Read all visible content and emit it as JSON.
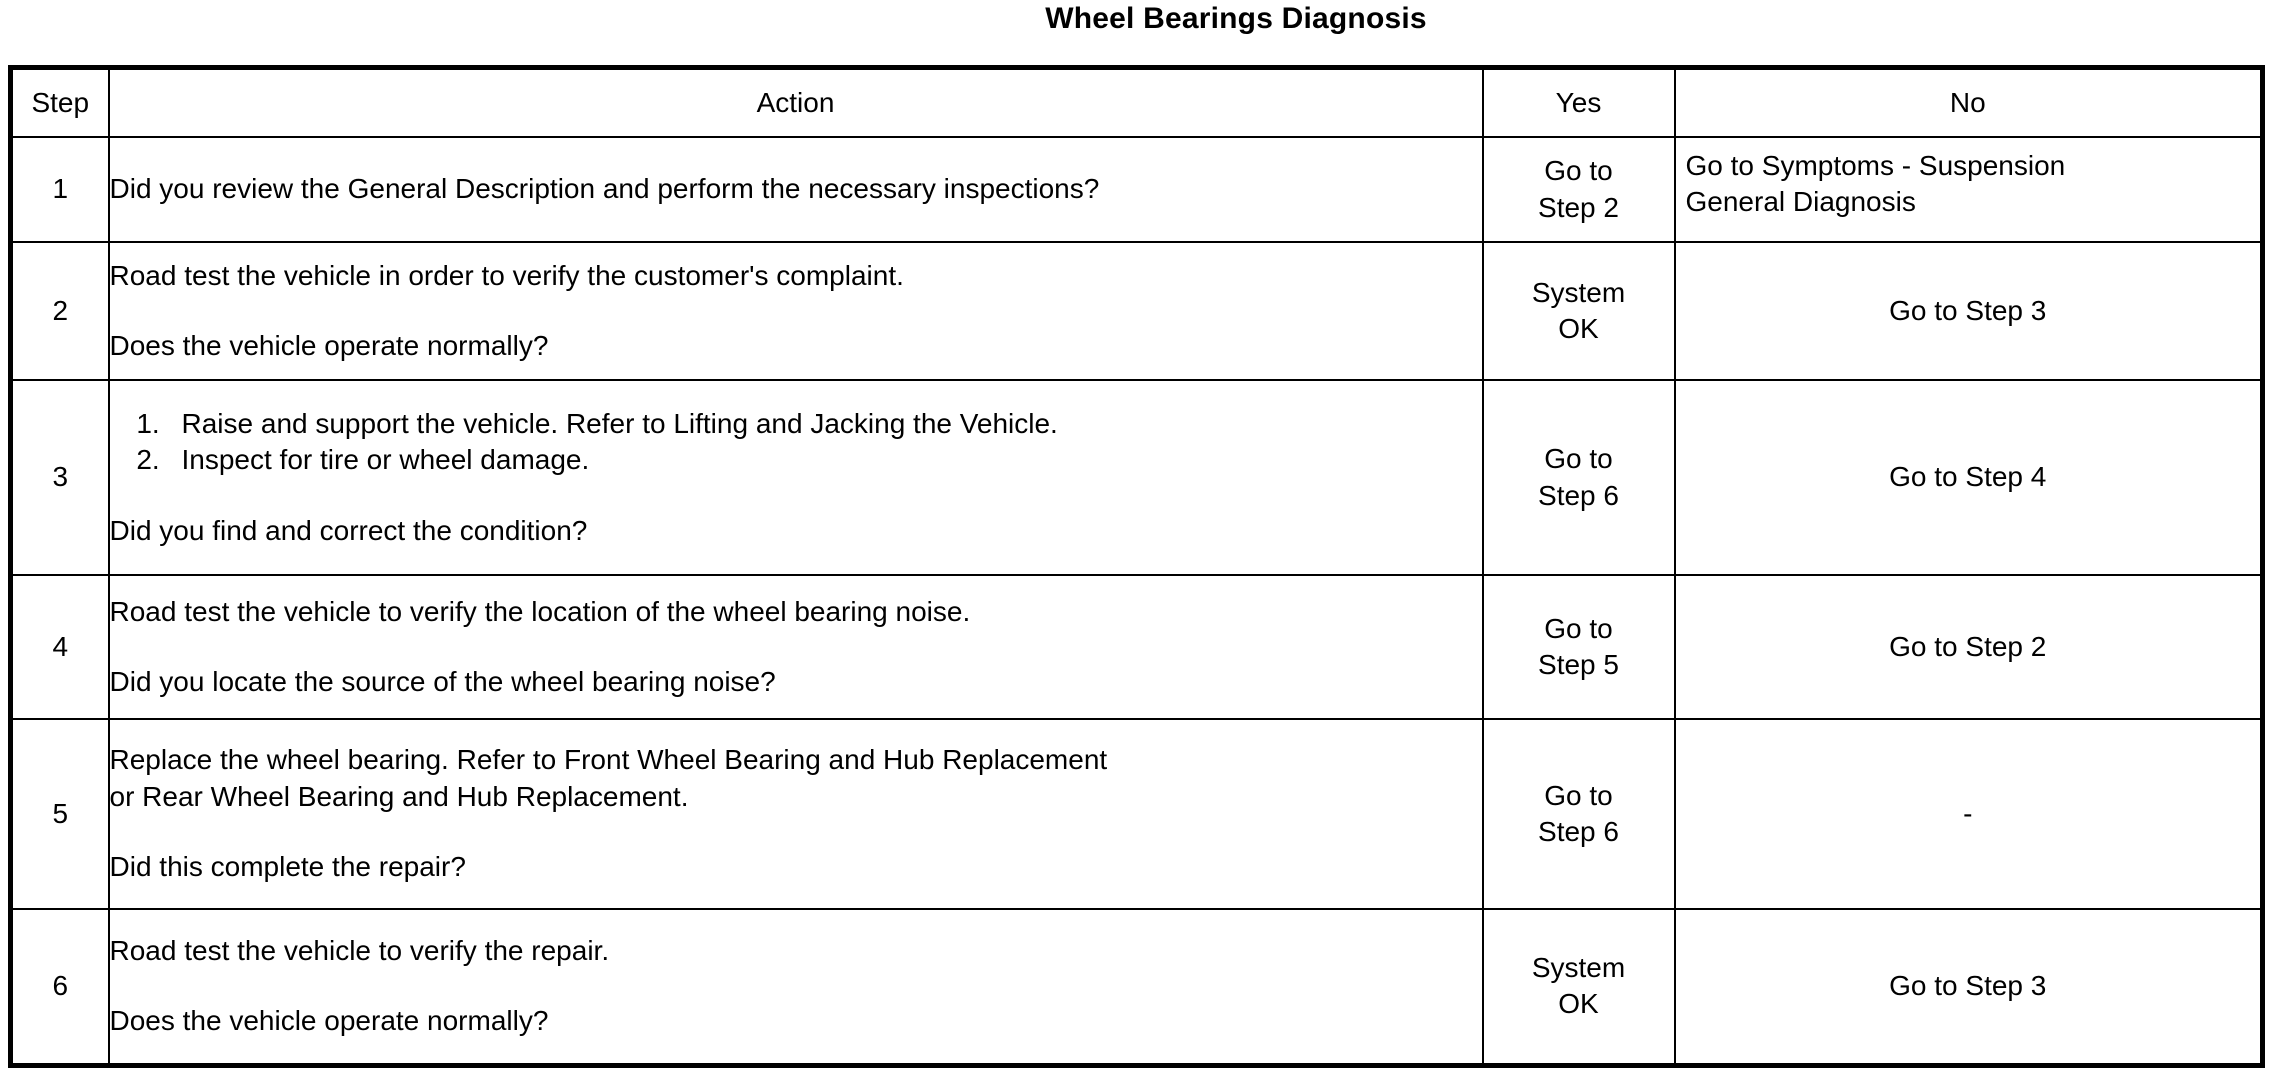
{
  "document": {
    "title": "Wheel Bearings Diagnosis"
  },
  "table": {
    "headers": {
      "step": "Step",
      "action": "Action",
      "yes": "Yes",
      "no": "No"
    },
    "rows": [
      {
        "step": "1",
        "action_lines": [
          "Did you review the General Description and perform the necessary inspections?"
        ],
        "substeps": [],
        "yes_lines": [
          "Go to",
          "Step 2"
        ],
        "no_lines": [
          "Go to Symptoms - Suspension",
          "General Diagnosis"
        ],
        "no_align": "left"
      },
      {
        "step": "2",
        "action_lines": [
          "Road test the vehicle in order to verify the customer's complaint.",
          "",
          "Does the vehicle operate normally?"
        ],
        "substeps": [],
        "yes_lines": [
          "System",
          "OK"
        ],
        "no_lines": [
          "Go to Step 3"
        ],
        "no_align": "center"
      },
      {
        "step": "3",
        "action_lines": [
          "",
          "Did you find and correct the condition?"
        ],
        "substeps": [
          "Raise and support the vehicle. Refer to Lifting and Jacking the Vehicle.",
          "Inspect for tire or wheel damage."
        ],
        "yes_lines": [
          "Go to",
          "Step 6"
        ],
        "no_lines": [
          "Go to Step 4"
        ],
        "no_align": "center"
      },
      {
        "step": "4",
        "action_lines": [
          "Road test the vehicle to verify the location of the wheel bearing noise.",
          "",
          "Did you locate the source of the wheel bearing noise?"
        ],
        "substeps": [],
        "yes_lines": [
          "Go to",
          "Step 5"
        ],
        "no_lines": [
          "Go to Step 2"
        ],
        "no_align": "center"
      },
      {
        "step": "5",
        "action_lines": [
          "Replace the wheel bearing. Refer to Front Wheel Bearing and Hub Replacement",
          "or Rear Wheel Bearing and Hub Replacement.",
          "",
          "Did this complete the repair?"
        ],
        "substeps": [],
        "yes_lines": [
          "Go to",
          "Step 6"
        ],
        "no_lines": [
          "-"
        ],
        "no_align": "center"
      },
      {
        "step": "6",
        "action_lines": [
          "Road test the vehicle to verify the repair.",
          "",
          "Does the vehicle operate normally?"
        ],
        "substeps": [],
        "yes_lines": [
          "System",
          "OK"
        ],
        "no_lines": [
          "Go to Step 3"
        ],
        "no_align": "center"
      }
    ]
  }
}
